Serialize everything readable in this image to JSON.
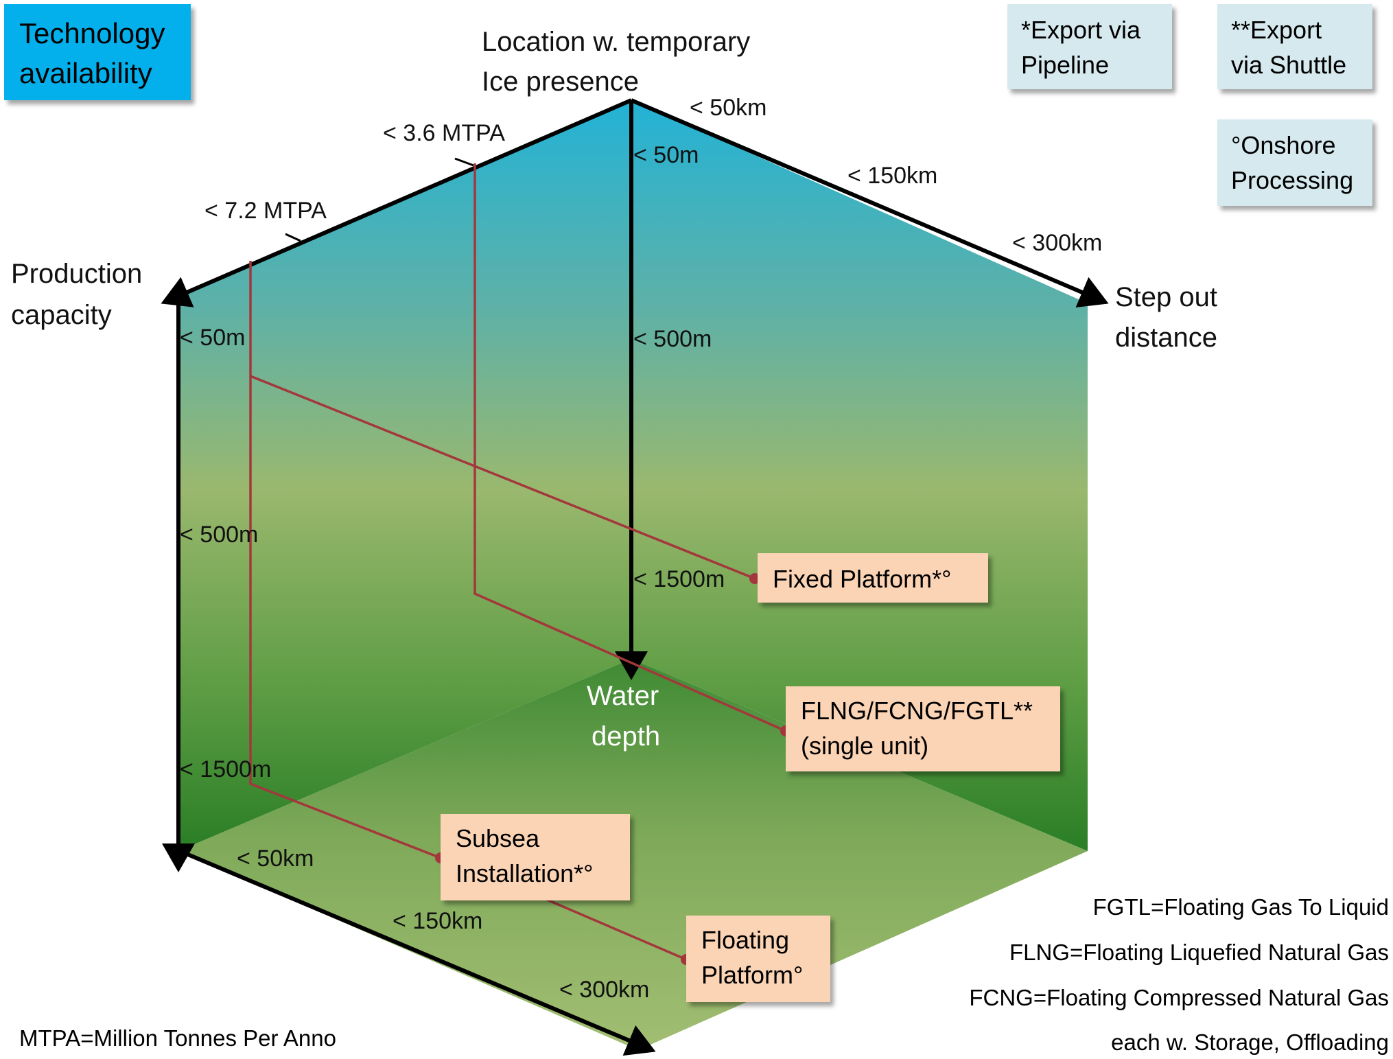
{
  "title_box": {
    "line1": "Technology",
    "line2": "availability"
  },
  "legend": {
    "pipeline": {
      "line1": "*Export via",
      "line2": "Pipeline"
    },
    "shuttle": {
      "line1": "**Export",
      "line2": "via Shuttle"
    },
    "onshore": {
      "line1": "°Onshore",
      "line2": "Processing"
    }
  },
  "axes": {
    "location": {
      "line1": "Location w. temporary",
      "line2": "Ice presence"
    },
    "production": {
      "line1": "Production",
      "line2": "capacity"
    },
    "step_out": {
      "line1": "Step out",
      "line2": "distance"
    },
    "water_depth": {
      "line1": "Water",
      "line2": "depth"
    }
  },
  "ticks": {
    "capacity_36": "< 3.6 MTPA",
    "capacity_72": "< 7.2 MTPA",
    "top_50km": "< 50km",
    "top_150km": "< 150km",
    "top_300km": "< 300km",
    "center_50m": "< 50m",
    "center_500m": "< 500m",
    "center_1500m": "< 1500m",
    "left_50m": "< 50m",
    "left_500m": "< 500m",
    "left_1500m": "< 1500m",
    "bottom_50km": "< 50km",
    "bottom_150km": "< 150km",
    "bottom_300km": "< 300km"
  },
  "technologies": {
    "fixed_platform": {
      "line1": "Fixed Platform*°"
    },
    "flng": {
      "line1": "FLNG/FCNG/FGTL**",
      "line2": "(single unit)"
    },
    "subsea": {
      "line1": "Subsea",
      "line2": "Installation*°"
    },
    "floating": {
      "line1": "Floating",
      "line2": "Platform°"
    }
  },
  "footnotes": {
    "mtpa": "MTPA=Million Tonnes Per Anno",
    "fgtl": "FGTL=Floating Gas To Liquid",
    "flng": "FLNG=Floating Liquefied Natural Gas",
    "fcng": "FCNG=Floating Compressed Natural Gas",
    "storage": "each w. Storage, Offloading"
  },
  "colors": {
    "title_bg": "#04b0ec",
    "legend_bg": "#d6e9ee",
    "tech_bg": "#fbd3b5",
    "connector": "#a2383c",
    "sky_top": "#23b2d6",
    "mid_green": "#9ab86e",
    "deep_green": "#2a7e26",
    "floor_green": "#9cbb6e"
  }
}
